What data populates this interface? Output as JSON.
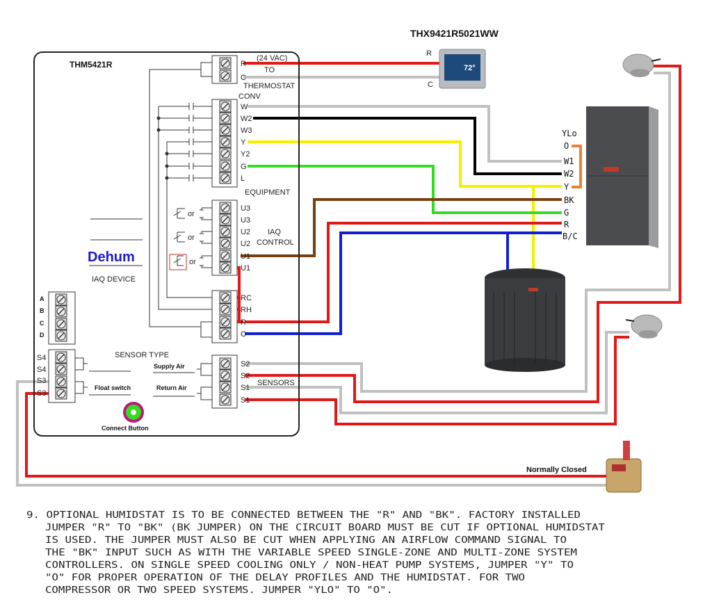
{
  "board": {
    "model": "THM5421R",
    "power_block": {
      "labels": [
        "R",
        "C"
      ],
      "note_lines": [
        "(24 VAC)",
        "TO",
        "THERMOSTAT"
      ]
    },
    "equipment_block": {
      "header": "CONV",
      "labels": [
        "W",
        "W2",
        "W3",
        "Y",
        "Y2",
        "G",
        "L"
      ],
      "caption": "EQUIPMENT"
    },
    "iaq_block": {
      "labels": [
        "U3",
        "U3",
        "U2",
        "U2",
        "U1",
        "U1"
      ],
      "caption_lines": [
        "IAQ",
        "CONTROL"
      ],
      "or_label": "or"
    },
    "power_out_block": {
      "labels": [
        "RC",
        "RH",
        "R",
        "C"
      ]
    },
    "iaq_device": {
      "name": "Dehum",
      "caption": "IAQ DEVICE"
    },
    "abcd_block": {
      "labels": [
        "A",
        "B",
        "C",
        "D"
      ]
    },
    "s_block": {
      "labels": [
        "S4",
        "S4",
        "S3",
        "S3"
      ]
    },
    "sensor_type": {
      "title": "SENSOR TYPE",
      "supply": "Supply Air",
      "return": "Return Air",
      "float": "Float switch"
    },
    "sensors_block": {
      "labels": [
        "S2",
        "S2",
        "S1",
        "S1"
      ],
      "caption": "SENSORS"
    },
    "connect_button": "Connect Button"
  },
  "thermostat": {
    "model": "THX9421R5021WW",
    "r_label": "R",
    "c_label": "C",
    "display_temp": "72°"
  },
  "furnace": {
    "labels": [
      "YLo",
      "O",
      "W1",
      "W2",
      "Y",
      "BK",
      "G",
      "R",
      "B/C"
    ]
  },
  "float_switch": {
    "label": "Normally Closed"
  },
  "wire_colors": {
    "red": "#e01818",
    "gray": "#c0c0c0",
    "black": "#000000",
    "yellow": "#f4f000",
    "green": "#33dd22",
    "brown": "#7a3e10",
    "blue": "#1020d0",
    "orange": "#f08030"
  },
  "note": {
    "lines": [
      "9. OPTIONAL HUMIDSTAT IS TO BE CONNECTED BETWEEN THE \"R\" AND \"BK\". FACTORY INSTALLED",
      "JUMPER \"R\" TO \"BK\" (BK JUMPER) ON THE CIRCUIT BOARD MUST BE CUT IF OPTIONAL HUMIDSTAT",
      "IS USED. THE JUMPER MUST ALSO BE CUT WHEN APPLYING AN AIRFLOW COMMAND SIGNAL TO",
      "THE \"BK\" INPUT SUCH AS WITH THE VARIABLE SPEED SINGLE-ZONE AND MULTI-ZONE SYSTEM",
      "CONTROLLERS. ON SINGLE SPEED COOLING ONLY / NON-HEAT PUMP SYSTEMS, JUMPER \"Y\" TO",
      "\"O\" FOR PROPER OPERATION OF THE DELAY PROFILES AND THE HUMIDSTAT. FOR TWO",
      "COMPRESSOR OR TWO SPEED SYSTEMS. JUMPER \"YLO\" TO \"O\"."
    ]
  }
}
